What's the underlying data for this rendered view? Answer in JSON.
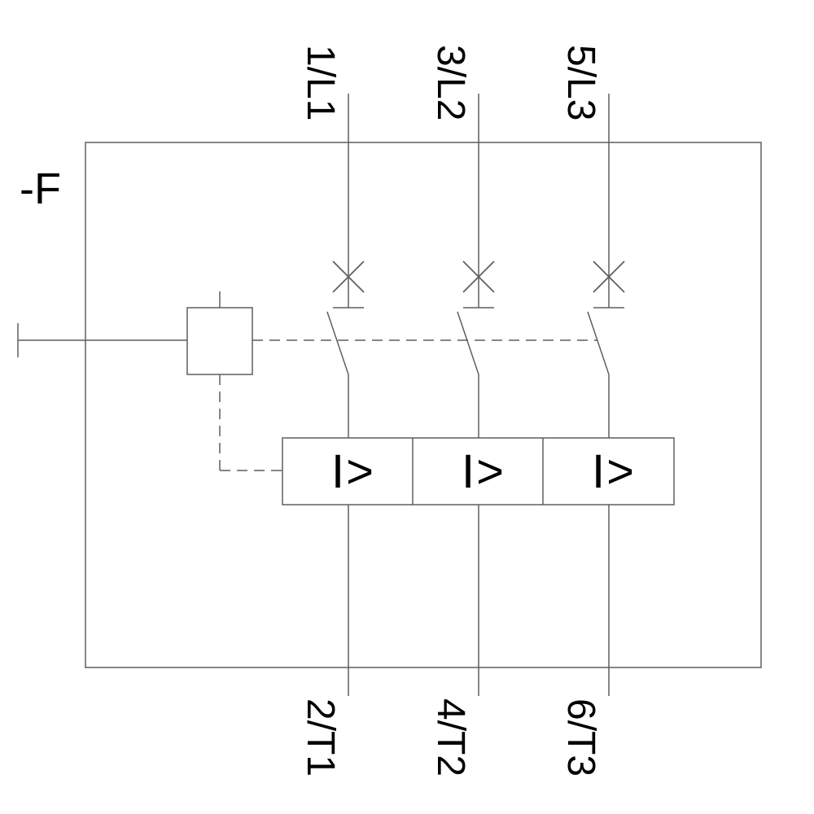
{
  "device": {
    "designation": "-F"
  },
  "terminals": {
    "top": [
      "1/L1",
      "3/L2",
      "5/L3"
    ],
    "bottom": [
      "2/T1",
      "4/T2",
      "6/T3"
    ]
  },
  "overload": {
    "release_symbol": "I>"
  },
  "colors": {
    "line": "#5f5f5f",
    "text": "#000000",
    "background": "#ffffff"
  }
}
